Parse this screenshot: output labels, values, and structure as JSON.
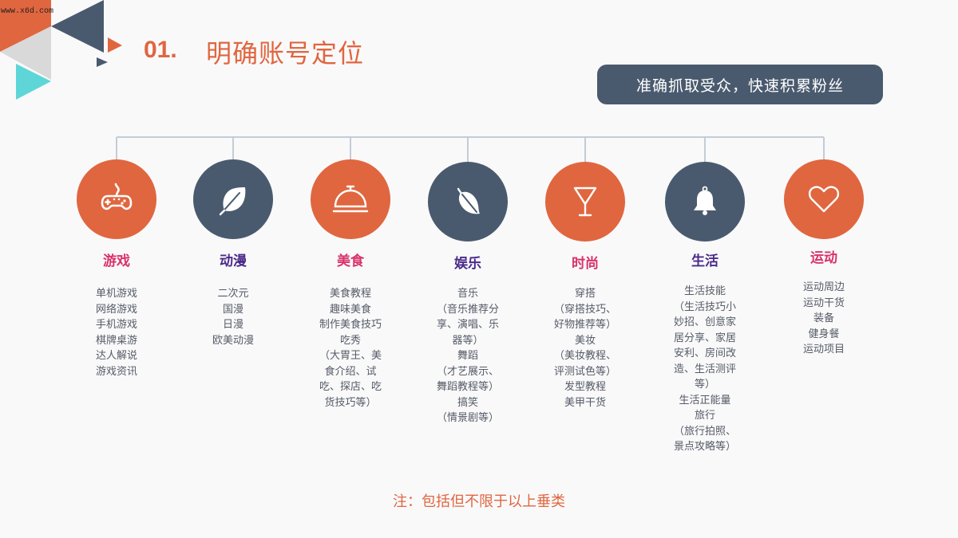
{
  "watermark": "www.x6d.com",
  "header": {
    "number": "01.",
    "title": "明确账号定位"
  },
  "tagline": "准确抓取受众，快速积累粉丝",
  "colors": {
    "accent_orange": "#e0663f",
    "navy": "#4a5a6e",
    "title_pink": "#d9336b",
    "title_purple": "#4b2a8a",
    "connector_line": "#c3ccd6",
    "background": "#f9f9fa"
  },
  "categories": [
    {
      "title": "游戏",
      "icon": "gamepad-icon",
      "items": [
        "单机游戏",
        "网络游戏",
        "手机游戏",
        "棋牌桌游",
        "达人解说",
        "游戏资讯"
      ]
    },
    {
      "title": "动漫",
      "icon": "leaf-icon",
      "items": [
        "二次元",
        "国漫",
        "日漫",
        "欧美动漫"
      ]
    },
    {
      "title": "美食",
      "icon": "service-bell-icon",
      "items": [
        "美食教程",
        "趣味美食",
        "制作美食技巧",
        "吃秀",
        "（大胃王、美\n食介绍、试\n吃、探店、吃\n货技巧等）"
      ]
    },
    {
      "title": "娱乐",
      "icon": "leaf-icon",
      "items": [
        "音乐",
        "（音乐推荐分\n享、演唱、乐\n器等）",
        "舞蹈",
        "（才艺展示、\n舞蹈教程等）",
        "搞笑",
        "（情景剧等）"
      ]
    },
    {
      "title": "时尚",
      "icon": "cocktail-glass-icon",
      "items": [
        "穿搭",
        "（穿搭技巧、\n好物推荐等）",
        "美妆",
        "（美妆教程、\n评测试色等）",
        "发型教程",
        "美甲干货"
      ]
    },
    {
      "title": "生活",
      "icon": "bell-icon",
      "items": [
        "生活技能",
        "（生活技巧小\n妙招、创意家\n居分享、家居\n安利、房间改\n造、生活测评\n等）",
        "生活正能量",
        "旅行",
        "（旅行拍照、\n景点攻略等）"
      ]
    },
    {
      "title": "运动",
      "icon": "heart-icon",
      "items": [
        "运动周边",
        "运动干货",
        "装备",
        "健身餐",
        "运动项目"
      ]
    }
  ],
  "note": "注：包括但不限于以上垂类"
}
